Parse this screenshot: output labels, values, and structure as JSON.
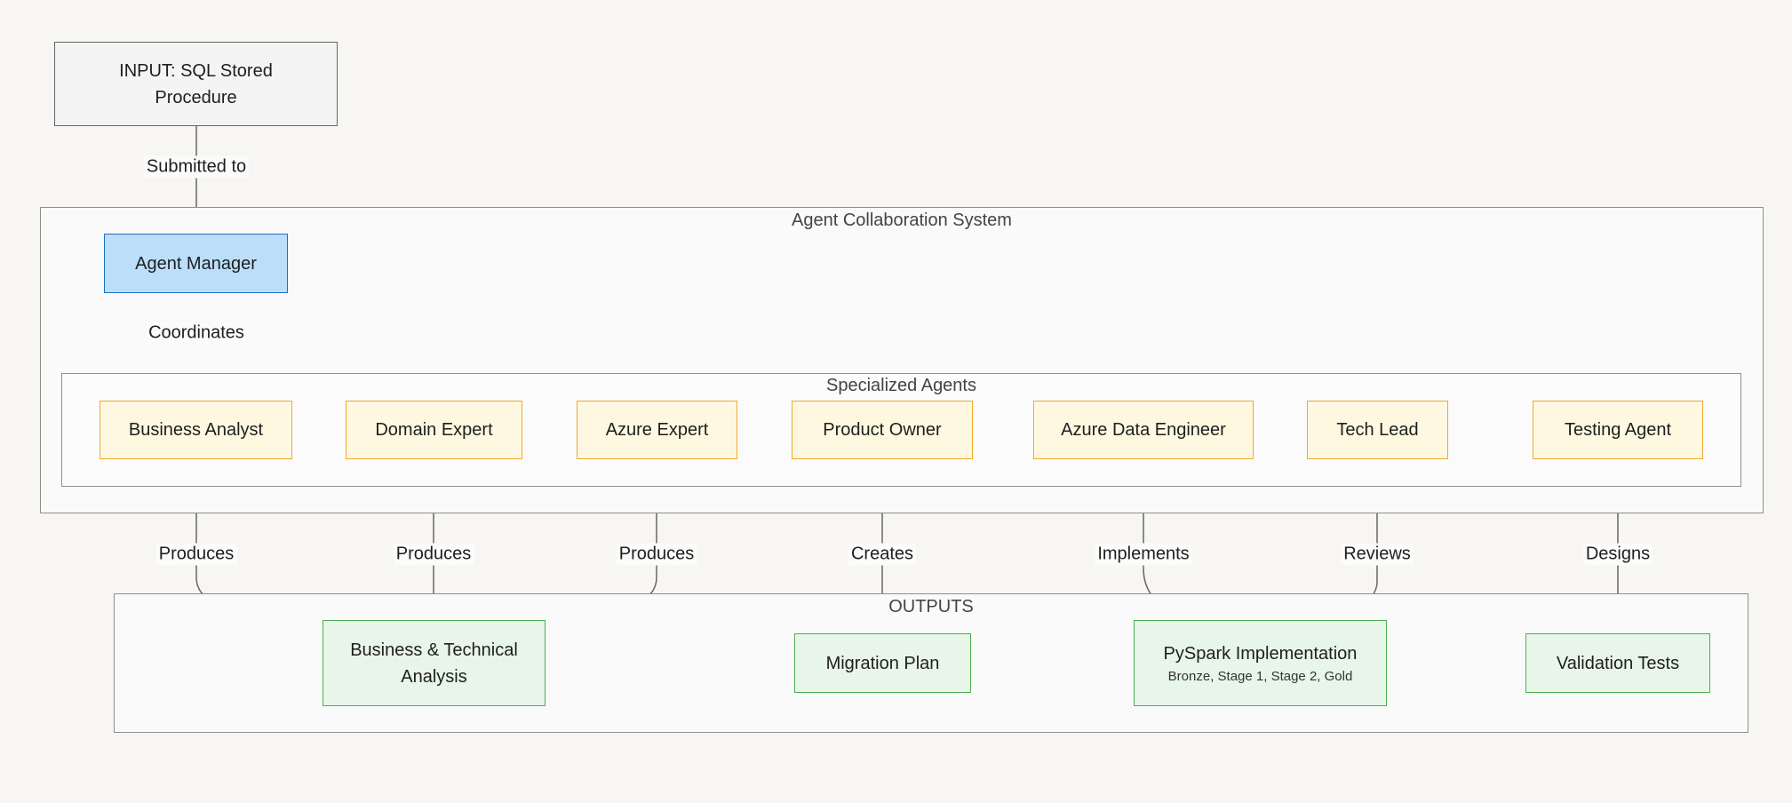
{
  "input": {
    "line1": "INPUT: SQL Stored",
    "line2": "Procedure"
  },
  "system": {
    "title": "Agent Collaboration System",
    "manager": "Agent Manager",
    "specialized_title": "Specialized Agents",
    "agents": [
      "Business Analyst",
      "Domain Expert",
      "Azure Expert",
      "Product Owner",
      "Azure Data Engineer",
      "Tech Lead",
      "Testing Agent"
    ]
  },
  "outputs": {
    "title": "OUTPUTS",
    "analysis": {
      "line1": "Business & Technical",
      "line2": "Analysis"
    },
    "migration_plan": "Migration Plan",
    "pyspark": {
      "title": "PySpark Implementation",
      "subtitle": "Bronze, Stage 1, Stage 2, Gold"
    },
    "validation": "Validation Tests"
  },
  "edges": {
    "submitted_to": "Submitted to",
    "coordinates": "Coordinates",
    "produces": "Produces",
    "creates": "Creates",
    "implements": "Implements",
    "reviews": "Reviews",
    "designs": "Designs"
  },
  "colors": {
    "background": "#f7f6f3",
    "manager_fill": "#bbdefb",
    "agent_fill": "#fff8e1",
    "agent_border": "#f1a928",
    "output_fill": "#e8f5e9",
    "output_border": "#4caf50",
    "edge": "#666666"
  }
}
